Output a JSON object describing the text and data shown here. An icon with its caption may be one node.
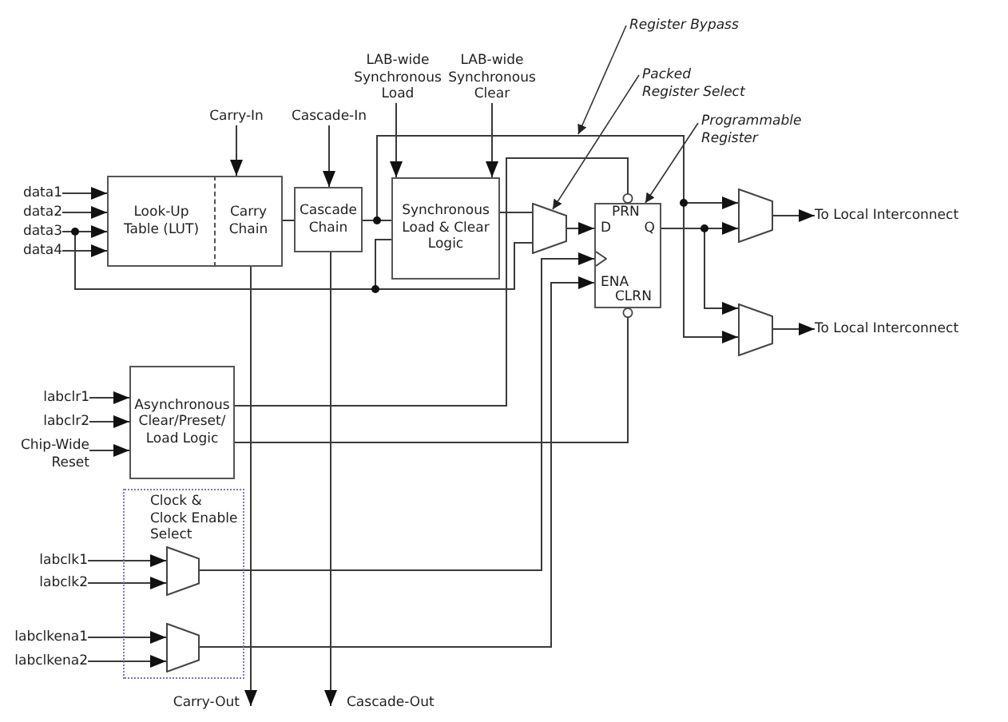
{
  "diagram": {
    "nodes": [
      {
        "text": [
          "Register Bypass"
        ]
      },
      {
        "text": [
          "Packed Register Select"
        ]
      },
      {
        "text": [
          "Programmable Register"
        ]
      },
      {
        "text": [
          "LAB-wide Synchronous Load"
        ]
      },
      {
        "text": [
          "LAB-wide Synchronous Clear"
        ]
      },
      {
        "text": [
          "Carry-In"
        ]
      },
      {
        "text": [
          "Cascade-In"
        ]
      },
      {
        "text": [
          "data1"
        ]
      },
      {
        "text": [
          "data2"
        ]
      },
      {
        "text": [
          "data3"
        ]
      },
      {
        "text": [
          "data4"
        ]
      },
      {
        "text": [
          "Look-Up Table (LUT)"
        ]
      },
      {
        "text": [
          "Carry Chain"
        ]
      },
      {
        "text": [
          "Cascade Chain"
        ]
      },
      {
        "text": [
          "Synchronous Load & Clear Logic"
        ]
      },
      {
        "text": [],
        "shape": "trapezoid"
      },
      {
        "text": [
          "PRN",
          "D",
          "Q",
          "ENA",
          "CLRN"
        ]
      },
      {
        "text": [],
        "shape": "trapezoid"
      },
      {
        "text": [
          "To Local Interconnect"
        ]
      },
      {
        "text": [],
        "shape": "trapezoid"
      },
      {
        "text": [
          "To Local Interconnect"
        ]
      },
      {
        "text": [
          "labclr1"
        ]
      },
      {
        "text": [
          "labclr2"
        ]
      },
      {
        "text": [
          "Chip-Wide Reset"
        ]
      },
      {
        "text": [
          "Asynchronous Clear/Preset/ Load Logic"
        ]
      },
      {
        "text": [
          "Clock & Clock Enable Select"
        ]
      },
      {
        "text": [
          "labclk1"
        ]
      },
      {
        "text": [
          "labclk2"
        ]
      },
      {
        "text": [],
        "shape": "trapezoid",
        "in": 25
      },
      {
        "text": [
          "labclkena1"
        ]
      },
      {
        "text": [
          "labclkena2"
        ]
      },
      {
        "text": [],
        "shape": "trapezoid",
        "in": 25
      },
      {
        "text": [
          "Carry-Out"
        ]
      },
      {
        "text": [
          "Cascade-Out"
        ]
      }
    ],
    "edges": [
      {
        "from": 0,
        "to": null,
        "arrow": "to"
      },
      {
        "from": 1,
        "to": 15,
        "arrow": "to"
      },
      {
        "from": 2,
        "to": 16,
        "arrow": "to"
      },
      {
        "from": 3,
        "to": 14,
        "arrow": "to"
      },
      {
        "from": 4,
        "to": 14,
        "arrow": "to"
      },
      {
        "from": 5,
        "to": 12,
        "arrow": "to"
      },
      {
        "from": 6,
        "to": 13,
        "arrow": "to"
      },
      {
        "from": 7,
        "to": 11,
        "arrow": "to"
      },
      {
        "from": 8,
        "to": 11,
        "arrow": "to"
      },
      {
        "from": 9,
        "to": 11,
        "arrow": "to"
      },
      {
        "from": 10,
        "to": 11,
        "arrow": "to"
      },
      {
        "from": 12,
        "to": 13,
        "arrow": "none"
      },
      {
        "from": 9,
        "to": 14,
        "arrow": "none"
      },
      {
        "from": 9,
        "to": 15,
        "arrow": "none"
      },
      {
        "from": 13,
        "to": 14,
        "arrow": "none"
      },
      {
        "from": 14,
        "to": 15,
        "arrow": "none"
      },
      {
        "from": 15,
        "to": 16,
        "arrow": "to"
      },
      {
        "from": 13,
        "to": 17,
        "arrow": "to"
      },
      {
        "from": 13,
        "to": 19,
        "arrow": "to"
      },
      {
        "from": 16,
        "to": 17,
        "arrow": "to"
      },
      {
        "from": 16,
        "to": 19,
        "arrow": "to"
      },
      {
        "from": 17,
        "to": 18,
        "arrow": "to"
      },
      {
        "from": 19,
        "to": 20,
        "arrow": "to"
      },
      {
        "from": 21,
        "to": 24,
        "arrow": "to"
      },
      {
        "from": 22,
        "to": 24,
        "arrow": "to"
      },
      {
        "from": 23,
        "to": 24,
        "arrow": "to"
      },
      {
        "from": 24,
        "to": 16,
        "arrow": "other"
      },
      {
        "from": 24,
        "to": 16,
        "arrow": "other"
      },
      {
        "from": 26,
        "to": 28,
        "arrow": "to"
      },
      {
        "from": 27,
        "to": 28,
        "arrow": "to"
      },
      {
        "from": 29,
        "to": 31,
        "arrow": "to"
      },
      {
        "from": 30,
        "to": 31,
        "arrow": "to"
      },
      {
        "from": 28,
        "to": 16,
        "arrow": "to"
      },
      {
        "from": 31,
        "to": 16,
        "arrow": "to"
      },
      {
        "from": 12,
        "to": 32,
        "arrow": "to"
      },
      {
        "from": 13,
        "to": 33,
        "arrow": "to"
      }
    ]
  }
}
